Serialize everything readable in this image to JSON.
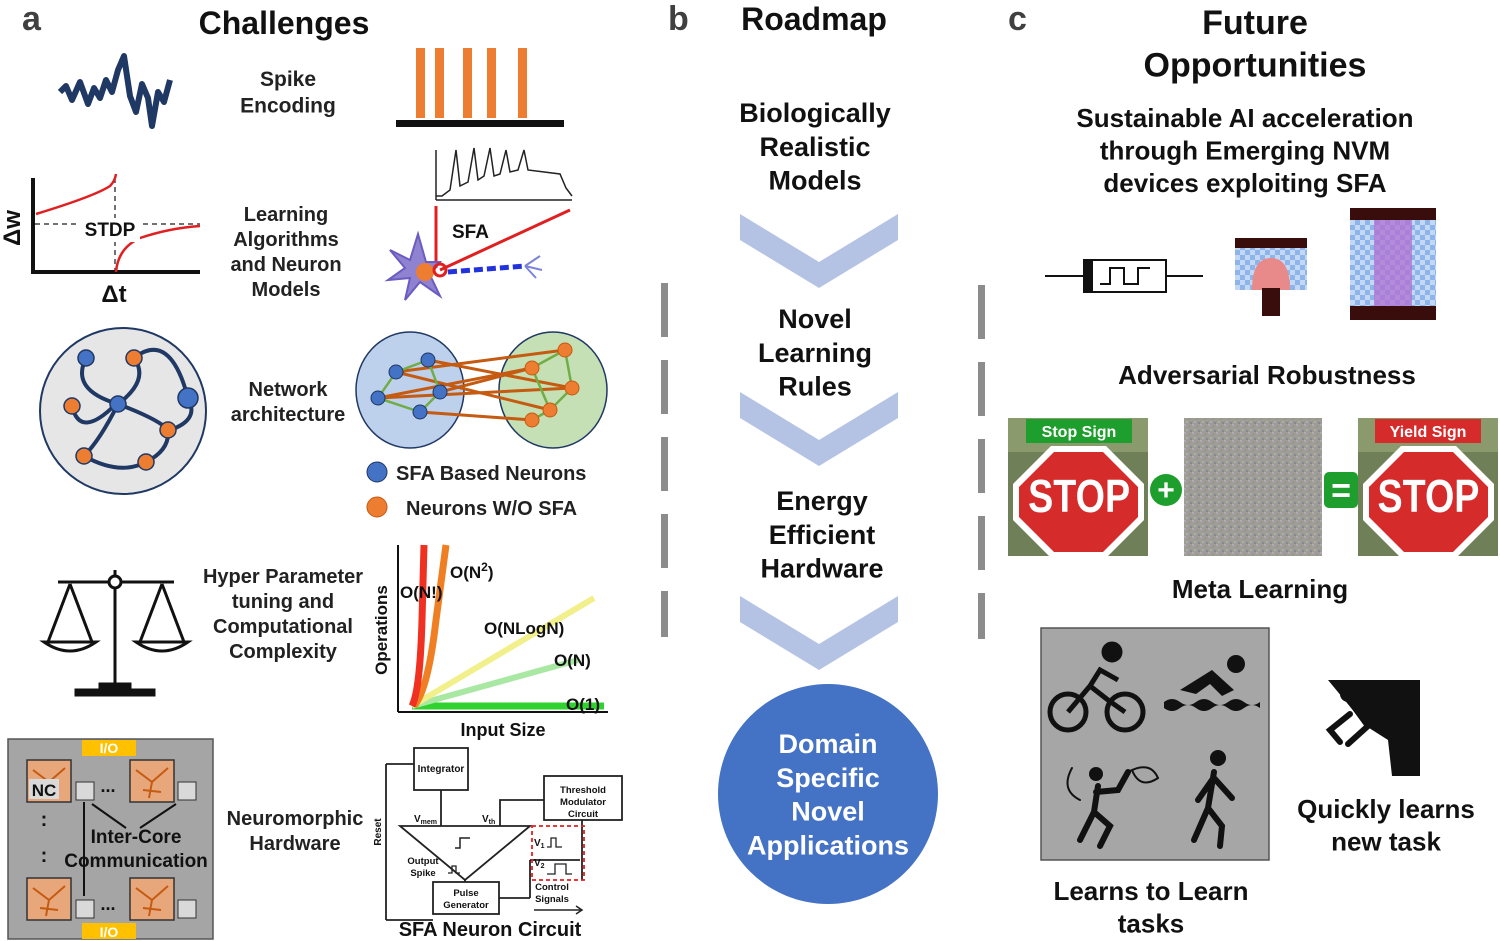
{
  "panel_a": {
    "letter": "a",
    "title": "Challenges",
    "spike_encoding": "Spike\nEncoding",
    "learning": "Learning\nAlgorithms\nand Neuron\nModels",
    "stdp_label": "STDP",
    "dw_label": "Δw",
    "dt_label": "Δt",
    "sfa_label": "SFA",
    "network": "Network\narchitecture",
    "legend_sfa": "SFA Based Neurons",
    "legend_no_sfa": "Neurons W/O SFA",
    "hyper": "Hyper Parameter\ntuning and\nComputational\nComplexity",
    "complexity": {
      "ylabel": "Operations",
      "xlabel": "Input Size",
      "o_nfact": "O(N!)",
      "o_n2_base": "O(N",
      "o_n2_sup": "2",
      "o_n2_close": ")",
      "o_nlogn": "O(NLogN)",
      "o_n": "O(N)",
      "o_1": "O(1)"
    },
    "neuromorphic": "Neuromorphic\nHardware",
    "io_top": "I/O",
    "io_bottom": "I/O",
    "nc": "NC",
    "dots": "...",
    "vdots": ":",
    "inter_core": "Inter-Core\nCommunication",
    "circuit": {
      "integrator": "Integrator",
      "threshold": "Threshold\nModulator\nCircuit",
      "vmem": "V",
      "vmem_sub": "mem",
      "vth": "V",
      "vth_sub": "th",
      "reset": "Reset",
      "output_spike": "Output\nSpike",
      "pulse_gen": "Pulse\nGenerator",
      "control": "Control\nSignals",
      "v1": "V",
      "v1_sub": "1",
      "v2": "V",
      "v2_sub": "2",
      "caption": "SFA Neuron Circuit"
    }
  },
  "panel_b": {
    "letter": "b",
    "title": "Roadmap",
    "step1": "Biologically\nRealistic\nModels",
    "step2": "Novel\nLearning\nRules",
    "step3": "Energy\nEfficient\nHardware",
    "final": "Domain\nSpecific\nNovel\nApplications"
  },
  "panel_c": {
    "letter": "c",
    "title": "Future\nOpportunities",
    "sustainable": "Sustainable AI acceleration\nthrough Emerging NVM\ndevices exploiting SFA",
    "adversarial": "Adversarial Robustness",
    "stop_sign_label": "Stop Sign",
    "yield_sign_label": "Yield Sign",
    "stop_text": "STOP",
    "plus": "+",
    "equals": "=",
    "meta": "Meta Learning",
    "learns_to_learn": "Learns to Learn\ntasks",
    "quickly": "Quickly learns\nnew task"
  },
  "colors": {
    "navy": "#1f3864",
    "orange": "#ed7d31",
    "blue_neuron": "#4472c4",
    "red": "#e02020",
    "chevron": "#b4c3e4",
    "circle_blue": "#4472c4",
    "stop_red": "#d62b2b",
    "green": "#1e9e2c"
  }
}
